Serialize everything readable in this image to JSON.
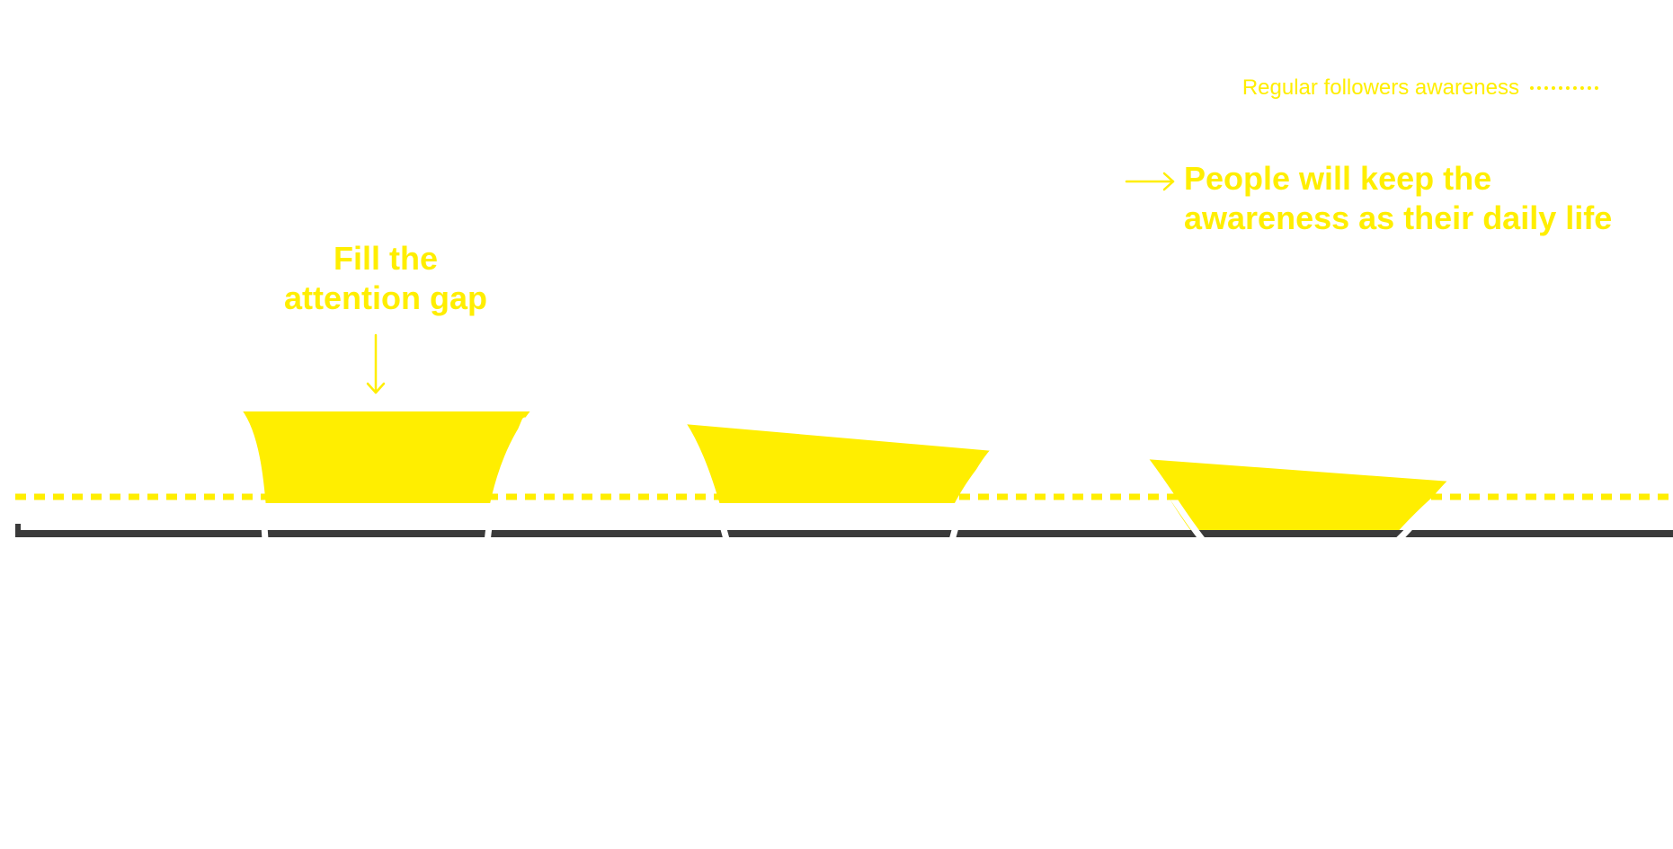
{
  "colors": {
    "accent": "#FFEE00",
    "baseline": "#3A3A3A",
    "background": "#FFFFFF"
  },
  "legend": {
    "label": "Regular followers awareness",
    "line_style": "dotted"
  },
  "annotations": {
    "attention_gap": "Fill the\nattention gap",
    "daily_life": "People will keep the\nawareness as their daily life"
  },
  "icons": {
    "attention_arrow": "arrow-down-icon",
    "daily_life_arrow": "arrow-right-icon"
  },
  "gaps": [
    {
      "name": "first",
      "depth": "deep",
      "fill_slope": "flat"
    },
    {
      "name": "second",
      "depth": "medium",
      "fill_slope": "declining"
    },
    {
      "name": "third",
      "depth": "shallow",
      "fill_slope": "declining"
    }
  ]
}
